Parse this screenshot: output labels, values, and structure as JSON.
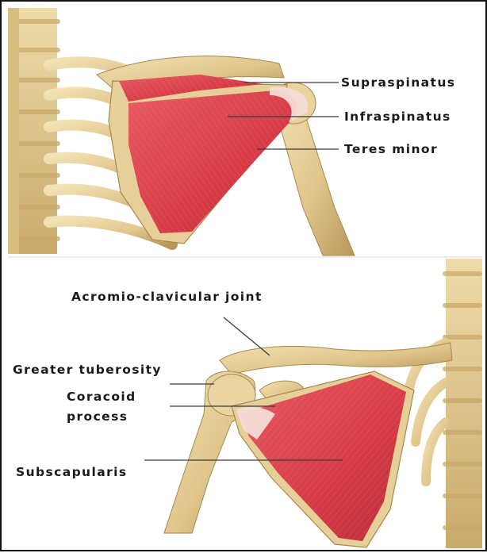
{
  "figure": {
    "top_panel": {
      "labels": {
        "supraspinatus": "Supraspinatus",
        "infraspinatus": "Infraspinatus",
        "teres_minor": "Teres minor"
      }
    },
    "bottom_panel": {
      "labels": {
        "acromio_clavicular_joint": "Acromio-clavicular joint",
        "greater_tuberosity": "Greater tuberosity",
        "coracoid_line1": "Coracoid",
        "coracoid_line2": "process",
        "subscapularis": "Subscapularis"
      }
    },
    "colors": {
      "bone": "#e6cf98",
      "bone_shadow": "#b89a5c",
      "muscle": "#d9404a",
      "muscle_highlight": "#f2a0a6",
      "tendon": "#f4d9d4",
      "background": "#ffffff"
    }
  }
}
